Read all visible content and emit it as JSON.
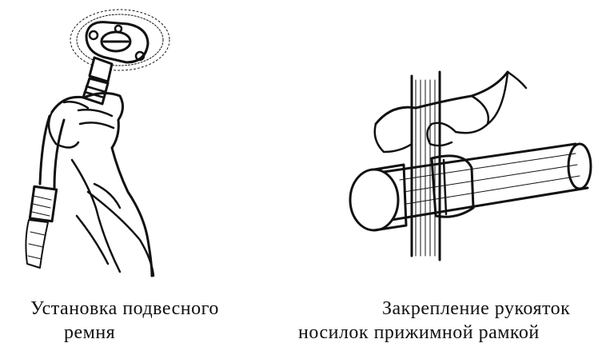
{
  "figures": [
    {
      "caption_line_1": "Установка подвесного",
      "caption_line_2": "ремня"
    },
    {
      "caption_line_1": "Закрепление рукояток",
      "caption_line_2": "носилок прижимной рамкой"
    }
  ]
}
